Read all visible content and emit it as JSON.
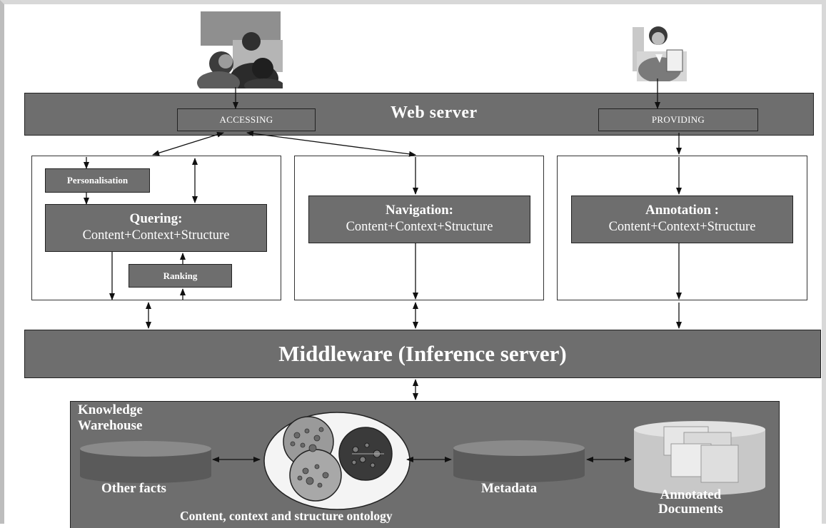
{
  "web_server": {
    "title": "Web server",
    "accessing_label": "ACCESSING",
    "providing_label": "PROVIDING"
  },
  "panels": {
    "querying": {
      "personalisation_label": "Personalisation",
      "title": "Quering:",
      "subtitle": "Content+Context+Structure",
      "ranking_label": "Ranking"
    },
    "navigation": {
      "title": "Navigation:",
      "subtitle": "Content+Context+Structure"
    },
    "annotation": {
      "title": "Annotation :",
      "subtitle": "Content+Context+Structure"
    }
  },
  "middleware": {
    "title": "Middleware (Inference server)"
  },
  "knowledge_warehouse": {
    "title_line1": "Knowledge",
    "title_line2": "Warehouse",
    "other_facts_label": "Other facts",
    "metadata_label": "Metadata",
    "annotated_line1": "Annotated",
    "annotated_line2": "Documents",
    "ontology_caption": "Content, context and structure ontology"
  },
  "colors": {
    "band": "#6e6e6e",
    "panel_border": "#333333",
    "text_on_band": "#ffffff",
    "arrow": "#111111"
  }
}
